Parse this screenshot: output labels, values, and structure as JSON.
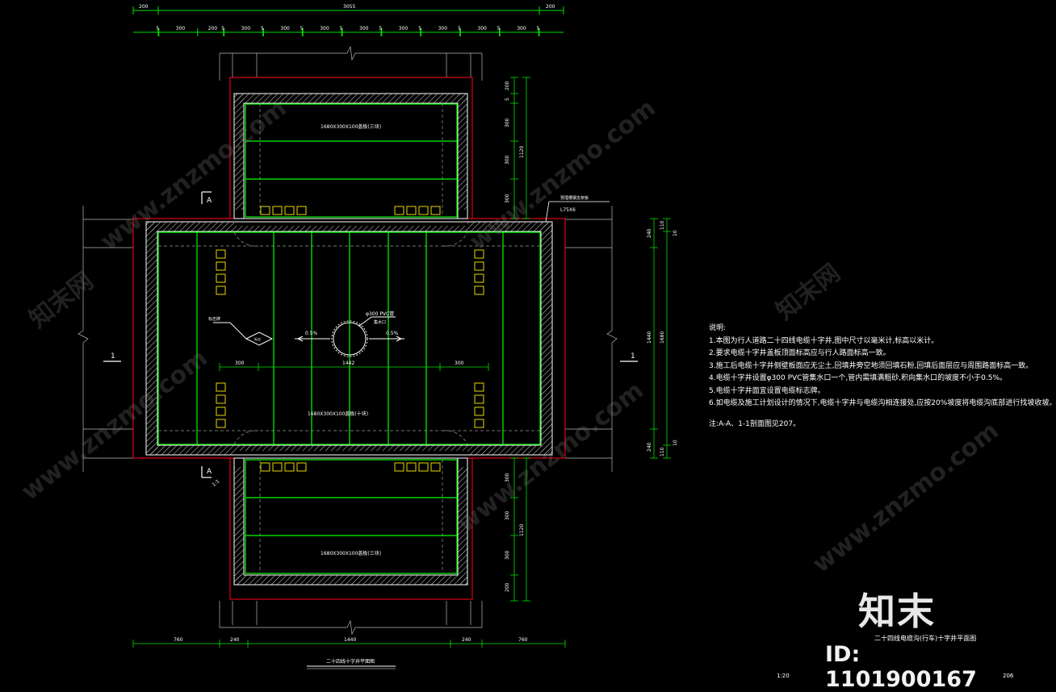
{
  "drawing": {
    "plan_title": "二十四线十字井平面图",
    "subtitle": "二十四线电缆沟(行车)十字井平面图",
    "scale": "1:20",
    "page_number": "206",
    "cover_label_top": "1680X300X100盖板(三块)",
    "cover_label_bottom": "1680X300X100盖板(三块)",
    "cover_label_center": "1680X300X100盖板(十块)",
    "pipe_label": "φ300 PVC管",
    "pipe_sub_label": "集水口",
    "slope_left": "0.5%",
    "slope_right": "0.5%",
    "marker_label": "标志牌",
    "marker_tag": "标志",
    "angle_label": "L75X6",
    "angle_caption": "预埋槽钢支架板",
    "section_a": "A",
    "section_1": "1",
    "slope_tag": "1:1"
  },
  "dimensions": {
    "top_total": [
      "200",
      "3055",
      "200"
    ],
    "top_detail": [
      "5",
      "300",
      "200",
      "5",
      "300",
      "5",
      "300",
      "5",
      "300",
      "5",
      "300",
      "5",
      "300",
      "5",
      "300",
      "5",
      "300",
      "5",
      "300",
      "5"
    ],
    "right_top": [
      "200",
      "5",
      "300",
      "5",
      "300",
      "5",
      "300",
      "1120"
    ],
    "right_mid": [
      "240",
      "110",
      "10",
      "1440",
      "1680",
      "240",
      "110",
      "10"
    ],
    "right_bottom": [
      "300",
      "5",
      "300",
      "5",
      "300",
      "200",
      "1120"
    ],
    "inner_horizontal": [
      "300",
      "1442",
      "300"
    ],
    "bottom": [
      "760",
      "240",
      "1440",
      "240",
      "760"
    ]
  },
  "notes": {
    "heading": "说明:",
    "items": [
      "1.本图为行人道路二十四线电缆十字井,图中尺寸以毫米计,标高以米计。",
      "2.要求电缆十字井盖板顶面标高应与行人路面标高一致。",
      "3.施工后电缆十字井侧壁板面应无尘土,回填井旁空地须回填石粉,回填后面层应与周围路面标高一致。",
      "4.电缆十字井设置φ300 PVC管集水口一个,管内需填满粗砂,积向集水口的坡度不小于0.5%。",
      "5.电缆十字井面宜设置电缆标志牌。",
      "6.如电缆及施工计划设计的情况下,电缆十字井与电缆沟相连接处,应按20%坡度将电缆沟底部进行找坡收坡。"
    ],
    "footnote": "注:A-A、1-1剖面图见207。"
  },
  "branding": {
    "logo": "知末",
    "id": "ID: 1101900167",
    "watermark": "www.znzmo.com",
    "watermark_cn": "知末网"
  },
  "colors": {
    "background": "#000000",
    "outline_red": "#e0001a",
    "structure_white": "#ffffff",
    "slab_green": "#00ff00",
    "dimension_green": "#00e000"
  }
}
